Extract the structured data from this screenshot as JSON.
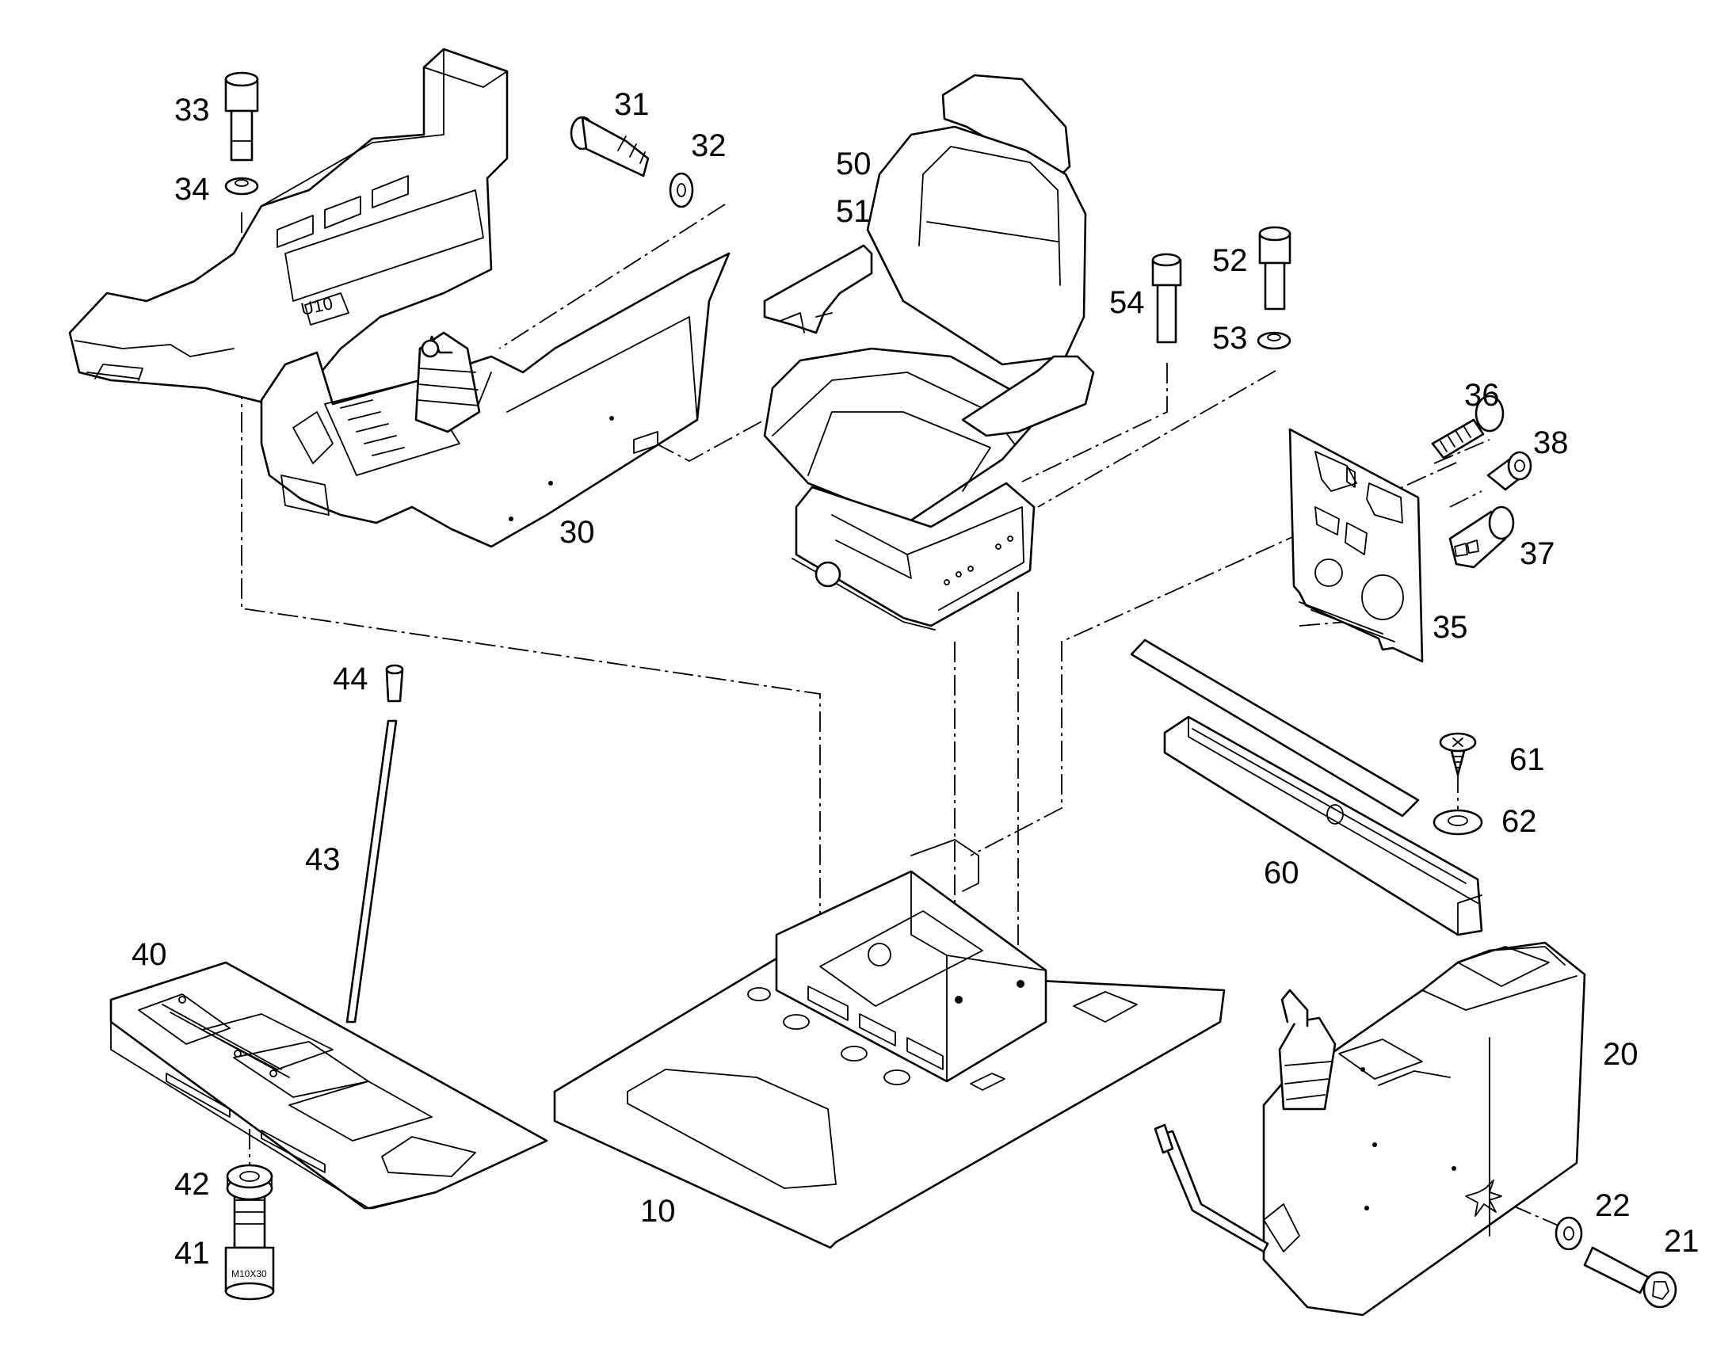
{
  "diagram": {
    "callouts": [
      {
        "id": "c10",
        "label": "10"
      },
      {
        "id": "c20",
        "label": "20"
      },
      {
        "id": "c21",
        "label": "21"
      },
      {
        "id": "c22",
        "label": "22"
      },
      {
        "id": "c30",
        "label": "30"
      },
      {
        "id": "c31",
        "label": "31"
      },
      {
        "id": "c32",
        "label": "32"
      },
      {
        "id": "c33",
        "label": "33"
      },
      {
        "id": "c34",
        "label": "34"
      },
      {
        "id": "c35",
        "label": "35"
      },
      {
        "id": "c36",
        "label": "36"
      },
      {
        "id": "c37",
        "label": "37"
      },
      {
        "id": "c38",
        "label": "38"
      },
      {
        "id": "c40",
        "label": "40"
      },
      {
        "id": "c41",
        "label": "41"
      },
      {
        "id": "c42",
        "label": "42"
      },
      {
        "id": "c43",
        "label": "43"
      },
      {
        "id": "c44",
        "label": "44"
      },
      {
        "id": "c50",
        "label": "50"
      },
      {
        "id": "c51",
        "label": "51"
      },
      {
        "id": "c52",
        "label": "52"
      },
      {
        "id": "c53",
        "label": "53"
      },
      {
        "id": "c54",
        "label": "54"
      },
      {
        "id": "c60",
        "label": "60"
      },
      {
        "id": "c61",
        "label": "61"
      },
      {
        "id": "c62",
        "label": "62"
      }
    ],
    "markings": {
      "bolt_41_size": "M10X30",
      "panel_30_tag": "U10"
    }
  }
}
